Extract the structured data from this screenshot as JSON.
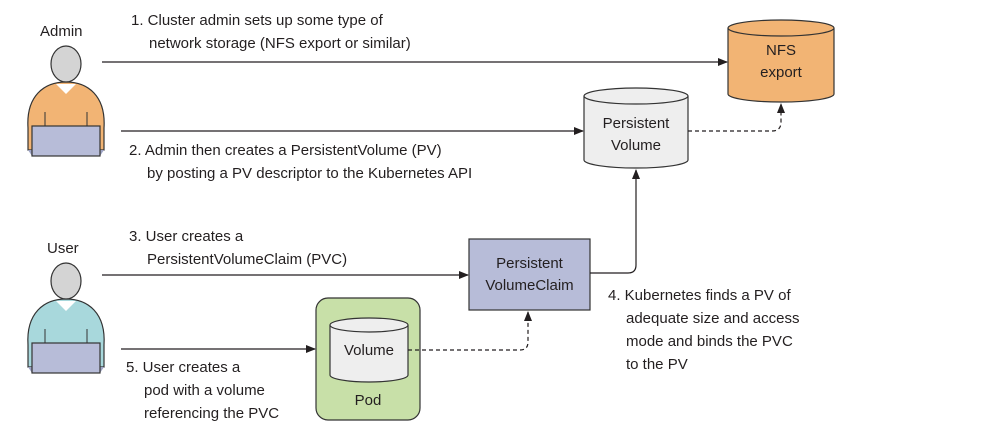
{
  "actors": {
    "admin": {
      "label": "Admin",
      "shirt_color": "#f2b474"
    },
    "user": {
      "label": "User",
      "shirt_color": "#a8d8dc"
    }
  },
  "nodes": {
    "nfs": {
      "line1": "NFS",
      "line2": "export",
      "color": "#f2b474"
    },
    "pv": {
      "line1": "Persistent",
      "line2": "Volume",
      "color": "#eeeeee"
    },
    "pvc": {
      "line1": "Persistent",
      "line2": "VolumeClaim",
      "color": "#b7bcd8"
    },
    "pod": {
      "label": "Pod",
      "color": "#c8e0a8"
    },
    "volume": {
      "label": "Volume",
      "color": "#eeeeee"
    }
  },
  "steps": [
    {
      "line1": "1. Cluster admin sets up some type of",
      "line2": "network storage (NFS export or similar)"
    },
    {
      "line1": "2. Admin then creates a PersistentVolume (PV)",
      "line2": "by posting a PV descriptor to the Kubernetes API"
    },
    {
      "line1": "3. User creates a",
      "line2": "PersistentVolumeClaim (PVC)"
    },
    {
      "line1": "4. Kubernetes finds a PV of",
      "line2": "adequate size and access",
      "line3": "mode and binds the PVC",
      "line4": "to the PV"
    },
    {
      "line1": "5. User creates a",
      "line2": "pod with a volume",
      "line3": "referencing the PVC"
    }
  ]
}
